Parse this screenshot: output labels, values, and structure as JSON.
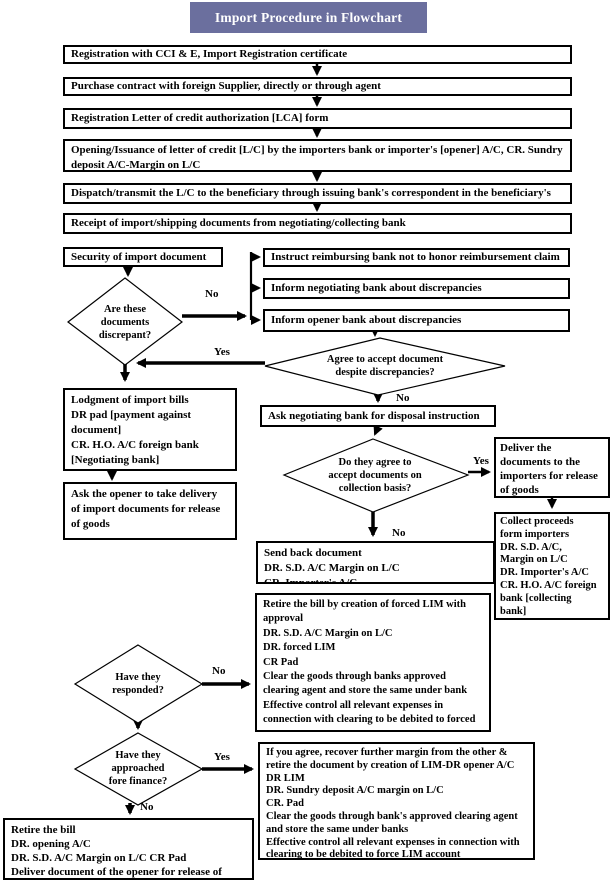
{
  "title": "Import Procedure in Flowchart",
  "colors": {
    "title_bg": "#6b6f9e",
    "title_text": "#ffffff",
    "line": "#000000"
  },
  "steps": [
    "Registration with CCI & E, Import Registration certificate",
    "Purchase contract with foreign Supplier, directly or through agent",
    "Registration Letter of credit authorization [LCA] form",
    "Opening/Issuance of letter of credit [L/C] by the importers bank or importer's [opener] A/C, CR. Sundry deposit A/C-Margin on L/C",
    "Dispatch/transmit the L/C to the beneficiary through issuing bank's correspondent in the beneficiary's",
    "Receipt of import/shipping documents from negotiating/collecting bank"
  ],
  "nodes": {
    "security": "Security of import document",
    "instruct_reimbursing": "Instruct reimbursing bank not to honor reimbursement claim",
    "inform_negotiating": "Inform negotiating bank about discrepancies",
    "inform_opener": "Inform opener bank about discrepancies",
    "ask_negotiating": "Ask negotiating bank for disposal instruction",
    "lodgment": "Lodgment of import bills\nDR pad [payment against\ndocument]\nCR. H.O. A/C foreign bank\n[Negotiating bank]",
    "ask_opener": "Ask the opener to take delivery\nof import documents for release\nof goods",
    "deliver": "Deliver the\ndocuments to the\nimporters for release\nof goods",
    "collect": "Collect proceeds\nform importers\nDR. S.D. A/C,\nMargin on L/C\nDR. Importer's A/C\nCR. H.O. A/C foreign\nbank [collecting\nbank]",
    "send_back": "Send back document\nDR. S.D. A/C Margin on L/C\nCR. Importer's A/C",
    "retire_forced_lim": "Retire the bill by creation of forced LIM with\napproval\nDR. S.D. A/C Margin on L/C\nDR. forced LIM\nCR Pad\nClear the goods through banks approved\nclearing agent and store the same under bank\nEffective control all relevant expenses in\nconnection with clearing to be debited to forced\nLIM account",
    "if_you_agree": "If you agree, recover further margin from the other &\nretire the document by creation of LIM-DR opener A/C\nDR LIM\nDR. Sundry deposit A/C margin on L/C\nCR. Pad\nClear the goods through bank's approved clearing agent\nand store the same under banks\nEffective control all relevant expenses in connection with\nclearing to be debited to force LIM account",
    "retire_bill": "Retire the bill\nDR. opening A/C\nDR. S.D. A/C Margin on L/C CR Pad\nDeliver document of the opener for release of goods"
  },
  "diamonds": {
    "discrepant": "Are these\ndocuments\ndiscrepant?",
    "agree_accept": "Agree to accept document\ndespite discrepancies?",
    "collection_basis": "Do they agree to\naccept documents on\ncollection basis?",
    "responded": "Have they\nresponded?",
    "approached": "Have they\napproached\nfore finance?"
  },
  "labels": {
    "yes": "Yes",
    "no": "No"
  }
}
